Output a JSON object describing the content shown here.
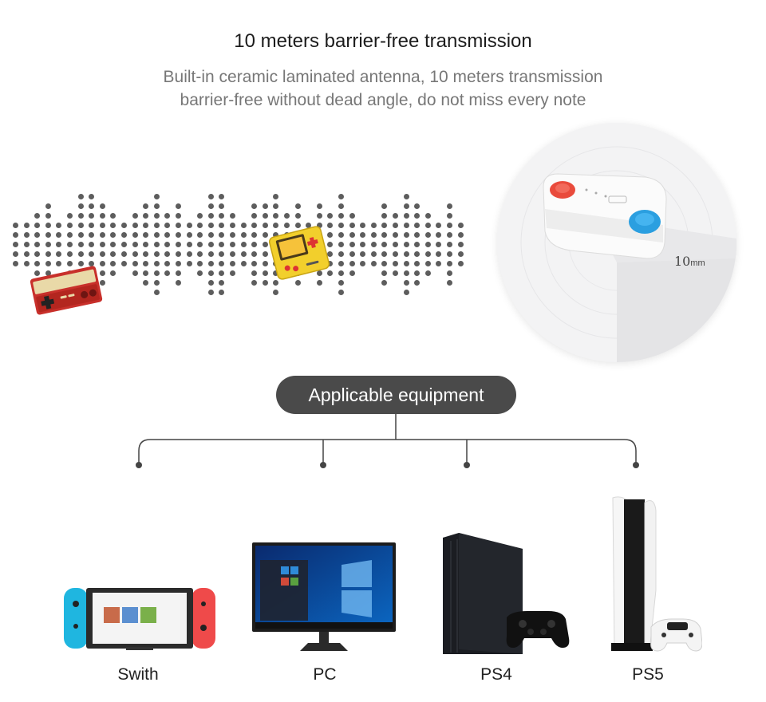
{
  "header": {
    "title": "10 meters barrier-free transmission",
    "subtitle_line1": "Built-in ceramic laminated antenna, 10 meters transmission",
    "subtitle_line2": "barrier-free without dead angle, do not miss every note"
  },
  "dongle": {
    "measure_value": "10",
    "measure_unit": "mm",
    "left_button_color": "#e94b3c",
    "right_button_color": "#2b9fe0"
  },
  "section": {
    "pill_label": "Applicable equipment"
  },
  "devices": [
    {
      "label": "Swith",
      "icon": "nintendo-switch-icon"
    },
    {
      "label": "PC",
      "icon": "monitor-icon"
    },
    {
      "label": "PS4",
      "icon": "ps4-console-icon"
    },
    {
      "label": "PS5",
      "icon": "ps5-console-icon"
    }
  ],
  "colors": {
    "pill_bg": "#4a4a4a",
    "dot": "#5d5d5d",
    "switch_left": "#1fb6e0",
    "switch_right": "#ef4a4a"
  }
}
